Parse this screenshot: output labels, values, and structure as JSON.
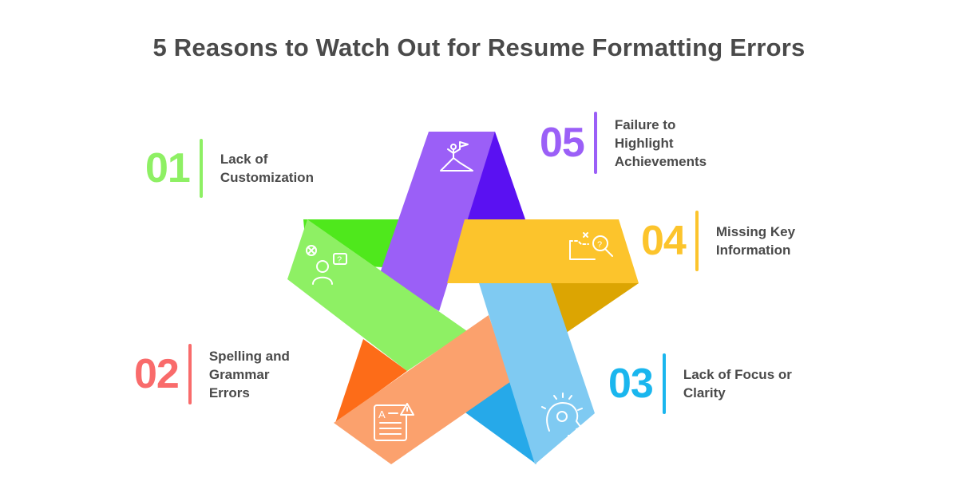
{
  "title": "5 Reasons to Watch Out for Resume Formatting Errors",
  "colors": {
    "green": "#8ef064",
    "purple": "#9b5ff7",
    "yellow": "#fcc42c",
    "blue": "#7fcaf2",
    "orange": "#fba16d",
    "text": "#4a4a4a"
  },
  "reasons": [
    {
      "number": "01",
      "lines": [
        "Lack of",
        "Customization"
      ],
      "color": "#8ef064",
      "icon": "confused-person-icon"
    },
    {
      "number": "02",
      "lines": [
        "Spelling and",
        "Grammar",
        "Errors"
      ],
      "color": "#f96b6b",
      "icon": "document-warning-icon"
    },
    {
      "number": "03",
      "lines": [
        "Lack of Focus or",
        "Clarity"
      ],
      "color": "#1ab6ee",
      "icon": "brain-gear-icon"
    },
    {
      "number": "04",
      "lines": [
        "Missing Key",
        "Information"
      ],
      "color": "#fcc42c",
      "icon": "folder-search-icon"
    },
    {
      "number": "05",
      "lines": [
        "Failure to",
        "Highlight",
        "Achievements"
      ],
      "color": "#9b5ff7",
      "icon": "mountain-flag-icon"
    }
  ]
}
